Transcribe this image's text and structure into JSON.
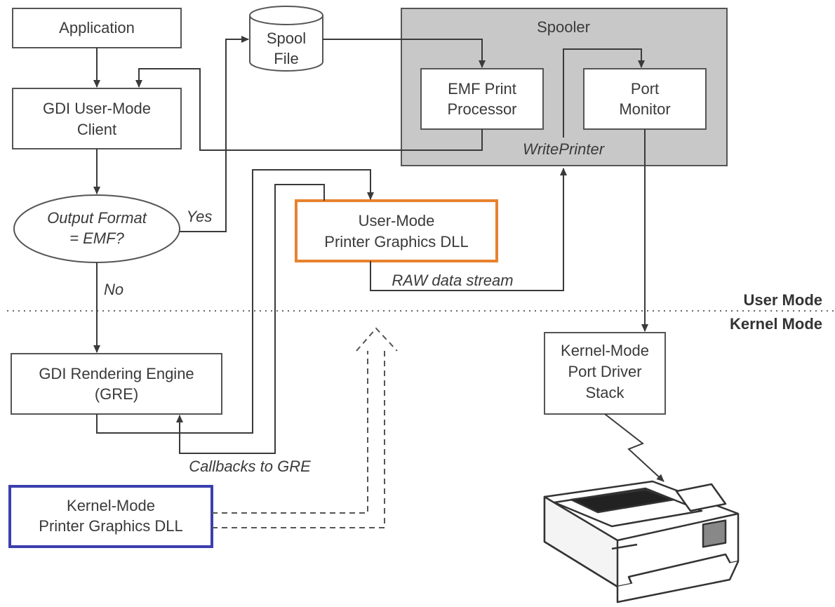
{
  "diagram": {
    "application": "Application",
    "gdi_client": {
      "line1": "GDI User-Mode",
      "line2": "Client"
    },
    "spool_file": {
      "line1": "Spool",
      "line2": "File"
    },
    "spooler": {
      "title": "Spooler",
      "emf_processor": {
        "line1": "EMF Print",
        "line2": "Processor"
      },
      "port_monitor": {
        "line1": "Port",
        "line2": "Monitor"
      },
      "writeprinter": "WritePrinter"
    },
    "decision": {
      "line1": "Output Format",
      "line2": "= EMF?",
      "yes": "Yes",
      "no": "No"
    },
    "user_mode_dll": {
      "line1": "User-Mode",
      "line2": "Printer Graphics DLL"
    },
    "raw_stream": "RAW data stream",
    "user_mode_label": "User Mode",
    "kernel_mode_label": "Kernel Mode",
    "gre": {
      "line1": "GDI Rendering Engine",
      "line2": "(GRE)"
    },
    "callbacks": "Callbacks to GRE",
    "port_driver": {
      "line1": "Kernel-Mode",
      "line2": "Port Driver",
      "line3": "Stack"
    },
    "kernel_mode_dll": {
      "line1": "Kernel-Mode",
      "line2": "Printer Graphics DLL"
    }
  },
  "colors": {
    "user_dll_border": "#e8822e",
    "kernel_dll_border": "#3b3fae",
    "spooler_fill": "#c8c8c8"
  }
}
